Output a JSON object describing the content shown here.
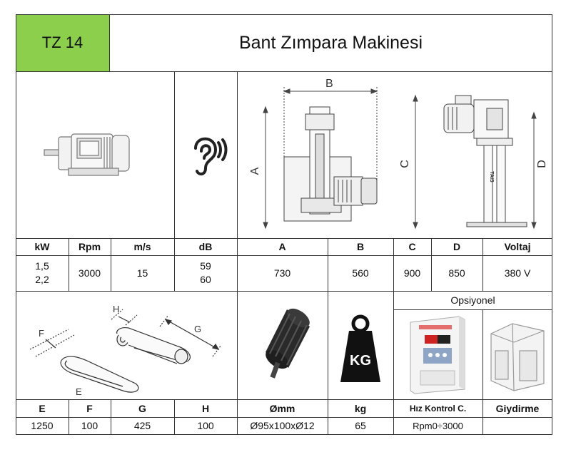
{
  "header": {
    "code": "TZ 14",
    "title": "Bant Zımpara Makinesi"
  },
  "dimension_letters": {
    "a": "A",
    "b": "B",
    "c": "C",
    "d": "D"
  },
  "belt_letters": {
    "e": "E",
    "f": "F",
    "g": "G",
    "h": "H"
  },
  "weight_badge": "KG",
  "stand_brand": "TAIS",
  "spec_table_1": {
    "headers": [
      "kW",
      "Rpm",
      "m/s",
      "dB",
      "A",
      "B",
      "C",
      "D",
      "Voltaj"
    ],
    "values": {
      "kw_line1": "1,5",
      "kw_line2": "2,2",
      "rpm": "3000",
      "ms": "15",
      "db_line1": "59",
      "db_line2": "60",
      "a": "730",
      "b": "560",
      "c": "900",
      "d": "850",
      "voltaj": "380 V"
    }
  },
  "options_header": "Opsiyonel",
  "spec_table_2": {
    "headers": [
      "E",
      "F",
      "G",
      "H",
      "Ømm",
      "kg",
      "Hız Kontrol C.",
      "Giydirme"
    ],
    "values": [
      "1250",
      "100",
      "425",
      "100",
      "Ø95x100xØ12",
      "65",
      "Rpm0÷3000",
      ""
    ]
  },
  "colors": {
    "green_accent": "#8ccf4d",
    "line": "#333333",
    "drum_dark": "#2a2a2a",
    "inverter_blue": "#4a6fa5"
  },
  "icons": [
    "motor-icon",
    "ear-icon",
    "kg-weight-icon",
    "drum-icon",
    "inverter-icon",
    "enclosure-icon"
  ]
}
